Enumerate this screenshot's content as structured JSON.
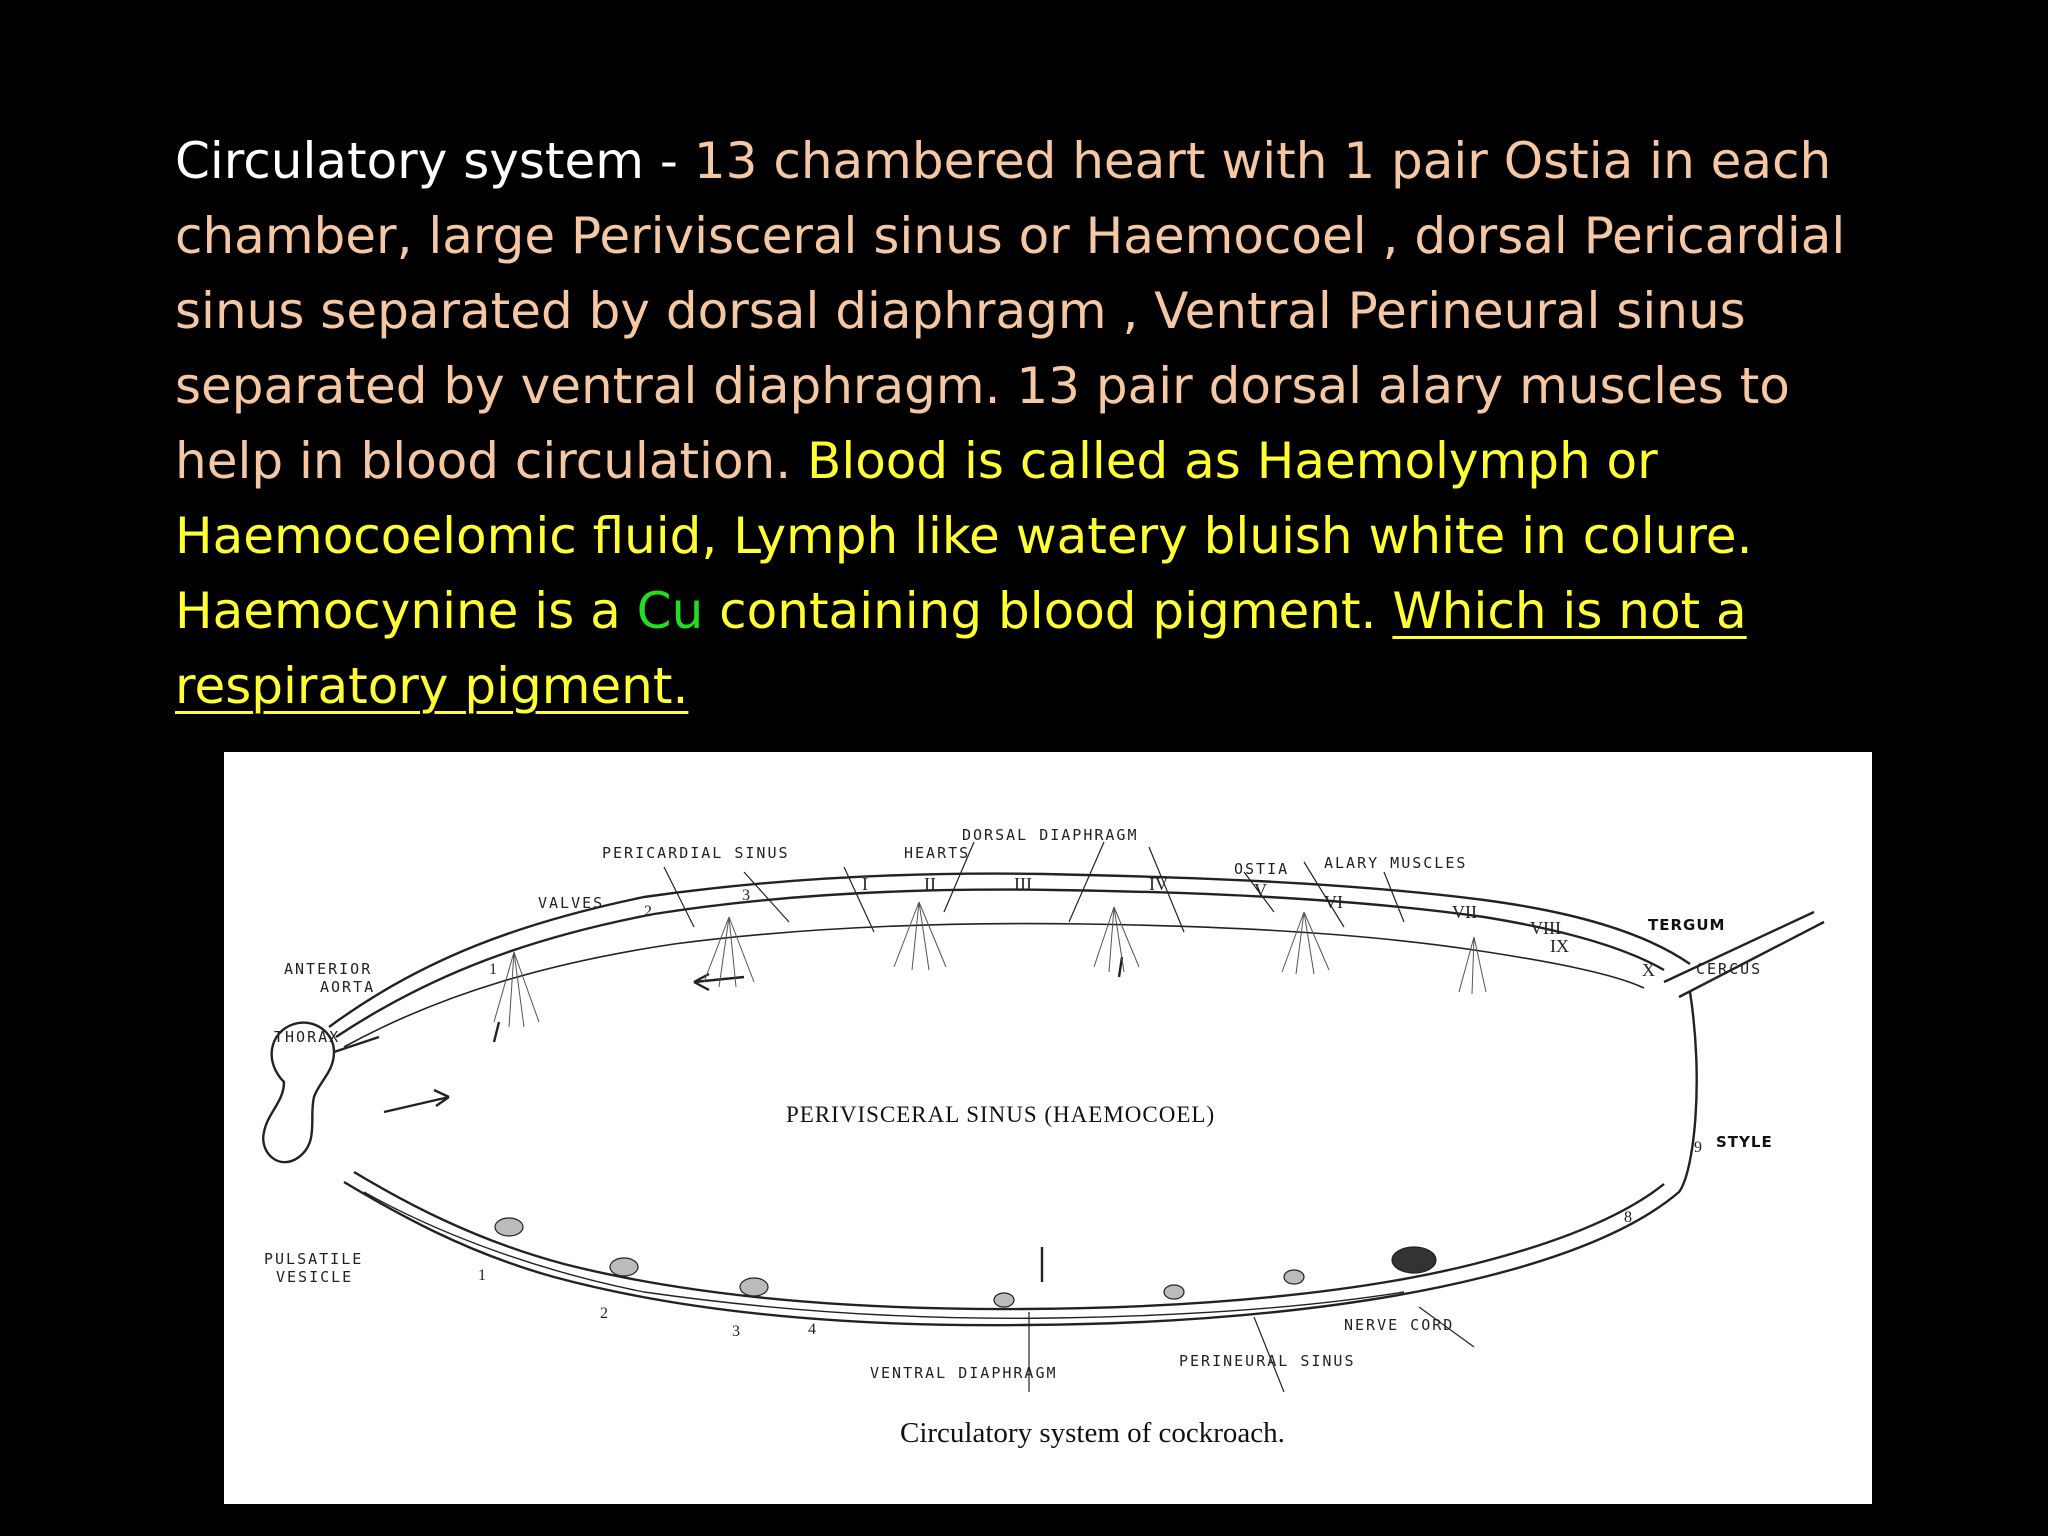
{
  "text": {
    "s1": "Circulatory system - ",
    "s2": "13 chambered heart with 1 pair Ostia  in each chamber,  large Perivisceral sinus or Haemocoel , dorsal Pericardial sinus separated by dorsal diaphragm , Ventral Perineural sinus separated by ventral diaphragm. 13 pair dorsal alary muscles  to help in blood circulation.  ",
    "s3": "Blood is called as Haemolymph or Haemocoelomic fluid,  Lymph like watery bluish white in colure. Haemocynine is a ",
    "s4": "Cu",
    "s5": " containing  blood pigment. ",
    "s6": "Which is not  a respiratory pigment."
  },
  "colors": {
    "background": "#000000",
    "white_text": "#ffffff",
    "peach_text": "#f5c7a3",
    "yellow_text": "#ffff33",
    "green_text": "#22dd22",
    "figure_background": "#ffffff"
  },
  "figure": {
    "labels": {
      "dorsal_diaphragm": "DORSAL DIAPHRAGM",
      "pericardial_sinus": "PERICARDIAL SINUS",
      "hearts": "HEARTS",
      "ostia": "OSTIA",
      "alary_muscles": "ALARY MUSCLES",
      "valves": "VALVES",
      "tergum": "TERGUM",
      "cercus": "CERCUS",
      "anterior": "ANTERIOR",
      "aorta": "AORTA",
      "thorax": "THORAX",
      "perivisceral_sinus": "PERIVISCERAL   SINUS   (HAEMOCOEL)",
      "style": "STYLE",
      "pulsatile": "PULSATILE",
      "vesicle": "VESICLE",
      "nerve_cord": "NERVE CORD",
      "perineural_sinus": "PERINEURAL  SINUS",
      "ventral_diaphragm": "VENTRAL DIAPHRAGM",
      "caption": "Circulatory  system  of  cockroach."
    },
    "heart_chambers": [
      "I",
      "II",
      "III",
      "IV",
      "V",
      "VI",
      "VII",
      "VIII",
      "IX",
      "X"
    ],
    "dorsal_segments": [
      "1",
      "2",
      "3"
    ],
    "ventral_segments": [
      "1",
      "2",
      "3",
      "4",
      "8",
      "9"
    ]
  }
}
